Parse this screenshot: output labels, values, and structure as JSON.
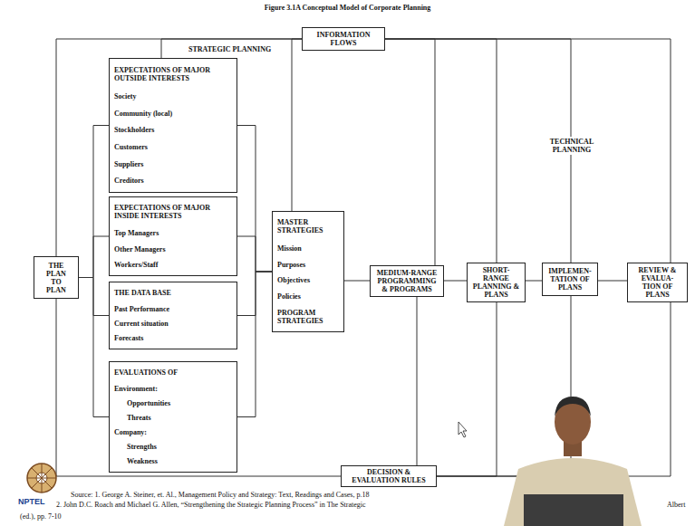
{
  "diagram": {
    "title": "Figure 3.1A Conceptual Model of Corporate Planning",
    "nodes": [
      {
        "text": [
          "THE PLAN TO PLAN"
        ]
      },
      {
        "text": [
          "EXPECTATIONS OF MAJOR OUTSIDE INTERESTS",
          "Society",
          "Community (local)",
          "Stockholders",
          "Customers",
          "Suppliers",
          "Creditors"
        ]
      },
      {
        "text": [
          "EXPECTATIONS OF MAJOR INSIDE INTERESTS",
          "Top Managers",
          "Other Managers",
          "Workers/Staff"
        ]
      },
      {
        "text": [
          "THE DATA BASE",
          "Past Performance",
          "Current situation",
          "Forecasts"
        ]
      },
      {
        "text": [
          "EVALUATIONS OF",
          "Environment:",
          "Opportunities",
          "Threats",
          "Company:",
          "Strengths",
          "Weakness"
        ]
      },
      {
        "text": [
          "MASTER STRATEGIES",
          "Mission",
          "Purposes",
          "Objectives",
          "Policies",
          "PROGRAM STRATEGIES"
        ]
      },
      {
        "text": [
          "MEDIUM-RANGE PROGRAMMING & PROGRAMS"
        ]
      },
      {
        "text": [
          "SHORT-RANGE PLANNING & PLANS"
        ]
      },
      {
        "text": [
          "IMPLEMEN-TATION OF PLANS"
        ]
      },
      {
        "text": [
          "REVIEW & EVALUA-TION OF PLANS"
        ]
      },
      {
        "text": [
          "INFORMATION FLOWS"
        ]
      },
      {
        "text": [
          "DECISION & EVALUATION RULES"
        ]
      }
    ],
    "edges": [
      {
        "from": 0,
        "to": 1,
        "arrow": "none"
      },
      {
        "from": 0,
        "to": 2,
        "arrow": "none"
      },
      {
        "from": 0,
        "to": 3,
        "arrow": "none"
      },
      {
        "from": 0,
        "to": 4,
        "arrow": "none"
      },
      {
        "from": 1,
        "to": 5,
        "arrow": "none"
      },
      {
        "from": 2,
        "to": 5,
        "arrow": "none"
      },
      {
        "from": 3,
        "to": 5,
        "arrow": "none"
      },
      {
        "from": 4,
        "to": 5,
        "arrow": "none"
      },
      {
        "from": 5,
        "to": 6,
        "arrow": "none"
      },
      {
        "from": 6,
        "to": 7,
        "arrow": "none"
      },
      {
        "from": 7,
        "to": 8,
        "arrow": "none"
      },
      {
        "from": 8,
        "to": 9,
        "arrow": "none"
      },
      {
        "from": 10,
        "to": 0,
        "arrow": "none"
      },
      {
        "from": 10,
        "to": 1,
        "arrow": "none"
      },
      {
        "from": 10,
        "to": 5,
        "arrow": "none"
      },
      {
        "from": 10,
        "to": 6,
        "arrow": "none"
      },
      {
        "from": 10,
        "to": 7,
        "arrow": "none"
      },
      {
        "from": 10,
        "to": 8,
        "arrow": "none"
      },
      {
        "from": 10,
        "to": 9,
        "arrow": "none"
      },
      {
        "from": 11,
        "to": 0,
        "arrow": "none"
      },
      {
        "from": 11,
        "to": 6,
        "arrow": "none"
      },
      {
        "from": 11,
        "to": 7,
        "arrow": "none"
      },
      {
        "from": 11,
        "to": 8,
        "arrow": "none"
      },
      {
        "from": 11,
        "to": 9,
        "arrow": "none"
      }
    ],
    "labels": [
      "STRATEGIC PLANNING",
      "TECHNICAL PLANNING",
      "Source: 1. George A. Steiner, et. Al., Management Policy and Strategy: Text, Readings and Cases, p.18",
      "2. John D.C. Roach and Michael G. Allen, “Strengthening the Strategic Planning Process” in The Strategic",
      "Albert",
      "(ed.), pp. 7-10",
      "NPTEL"
    ]
  }
}
